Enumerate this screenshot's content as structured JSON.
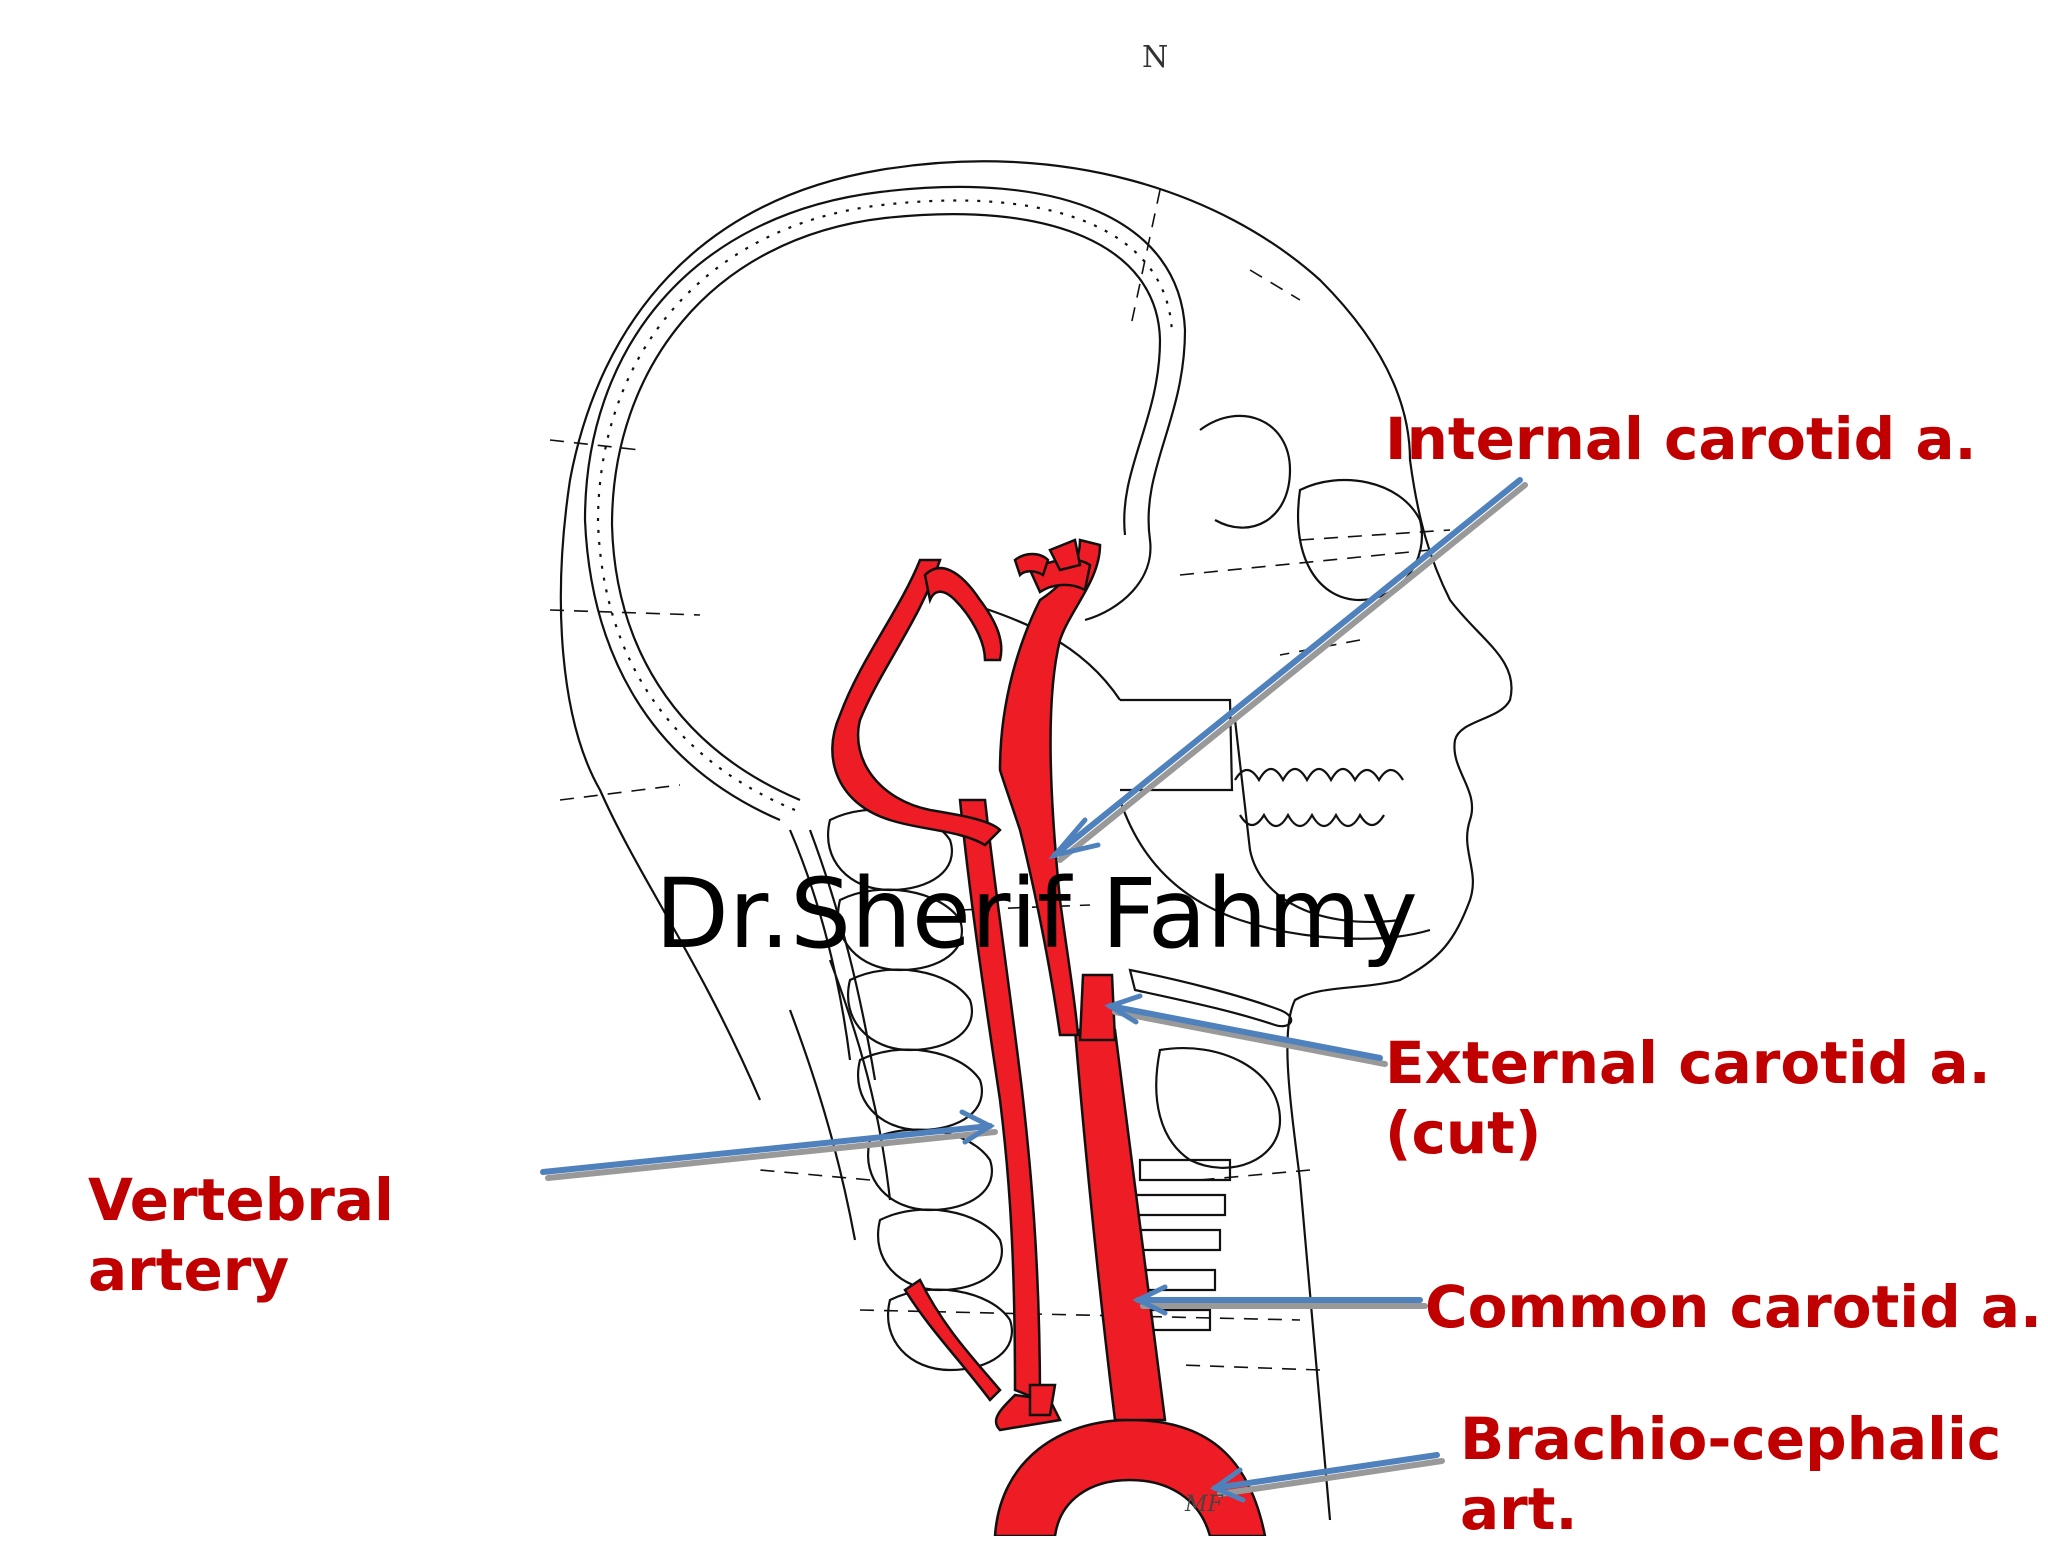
{
  "labels": {
    "internal_carotid": "Internal carotid a.",
    "external_carotid_line1": "External carotid a.",
    "external_carotid_line2": "(cut)",
    "vertebral_line1": "Vertebral",
    "vertebral_line2": "artery",
    "common_carotid": "Common carotid a.",
    "brachiocephalic_line1": "Brachio-cephalic",
    "brachiocephalic_line2": "art."
  },
  "watermark": "Dr.Sherif Fahmy",
  "top_mark": "N",
  "signature": "MF",
  "colors": {
    "label_text": "#c00000",
    "artery": "#ee1c24",
    "pointer": "#4f81bd",
    "pointer_shadow": "#999999",
    "outline": "#111111"
  }
}
